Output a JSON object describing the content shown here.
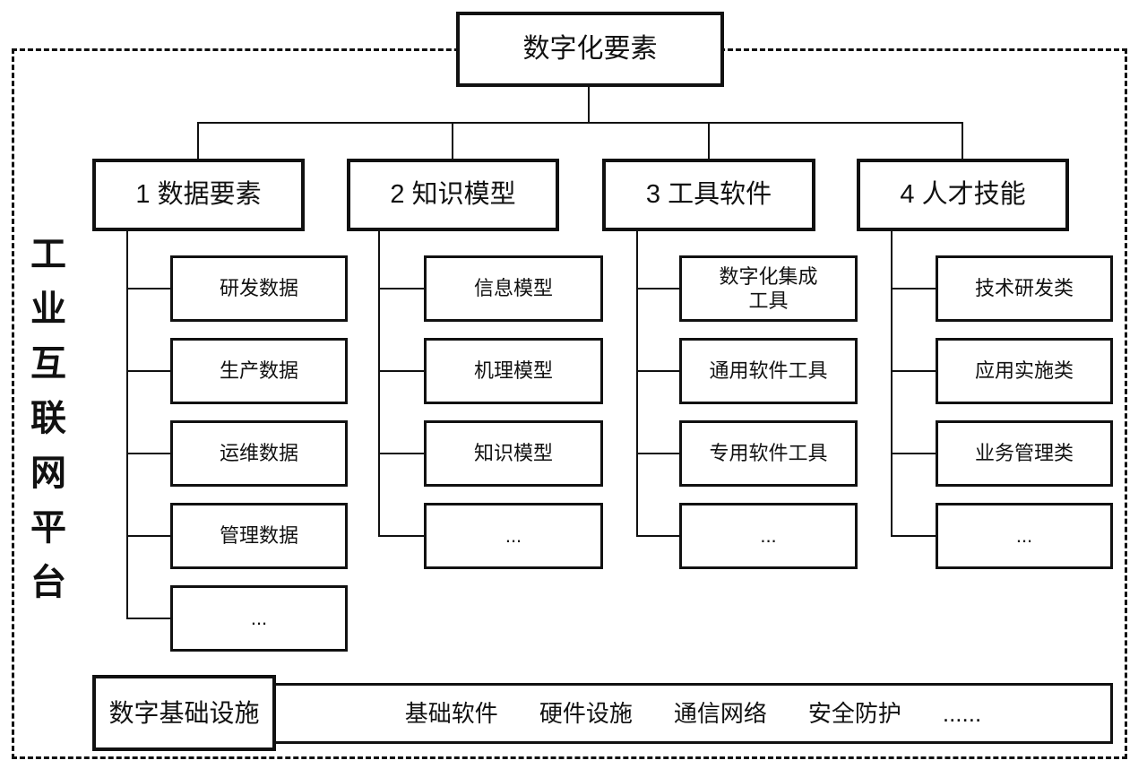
{
  "diagram": {
    "root_label": "数字化要素",
    "platform_label": "工业互联网平台",
    "branches": [
      {
        "label": "1 数据要素",
        "children": [
          "研发数据",
          "生产数据",
          "运维数据",
          "管理数据",
          "..."
        ]
      },
      {
        "label": "2 知识模型",
        "children": [
          "信息模型",
          "机理模型",
          "知识模型",
          "..."
        ]
      },
      {
        "label": "3 工具软件",
        "children": [
          "数字化集成\n工具",
          "通用软件工具",
          "专用软件工具",
          "..."
        ]
      },
      {
        "label": "4 人才技能",
        "children": [
          "技术研发类",
          "应用实施类",
          "业务管理类",
          "..."
        ]
      }
    ],
    "infrastructure": {
      "label": "数字基础设施",
      "items": [
        "基础软件",
        "硬件设施",
        "通信网络",
        "安全防护",
        "......"
      ]
    },
    "colors": {
      "ink": "#111111",
      "background": "#ffffff"
    }
  }
}
